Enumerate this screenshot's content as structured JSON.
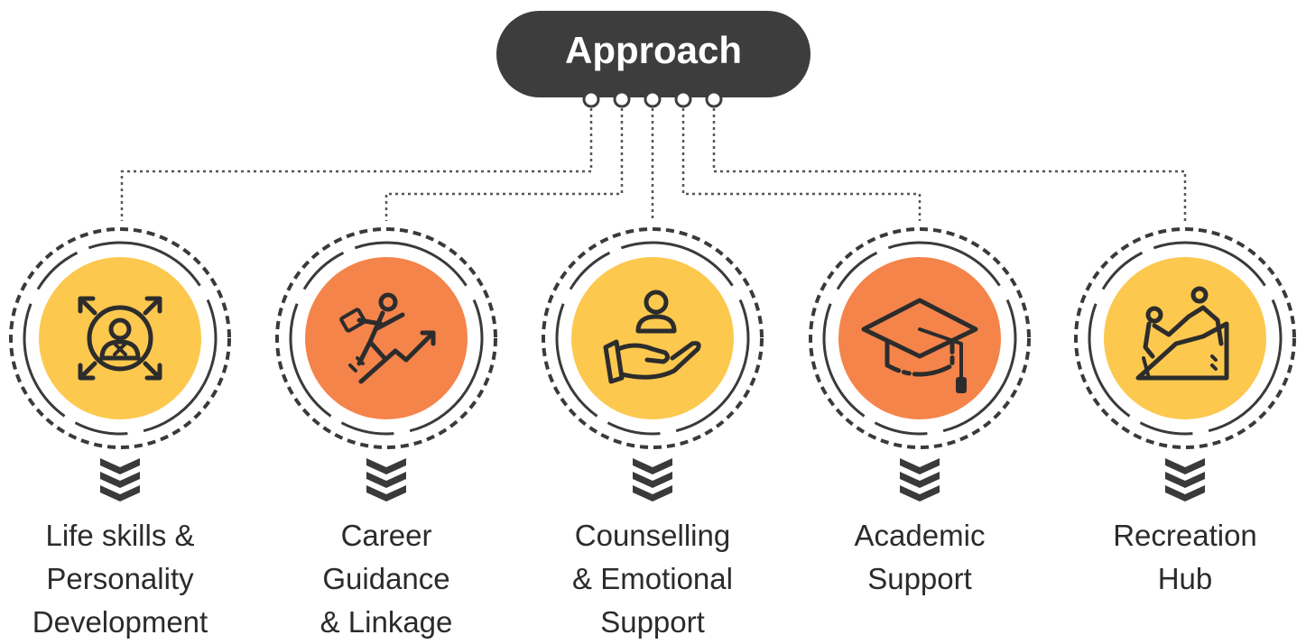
{
  "title": "Approach",
  "colors": {
    "pill": "#3d3d3d",
    "yellow": "#fcc84e",
    "orange": "#f4844a",
    "ring": "#3a3a3a",
    "icon": "#2c2c2c",
    "chevron": "#3a3a3a"
  },
  "items": [
    {
      "icon": "personal-development-icon",
      "color": "yellow",
      "label_lines": [
        "Life skills &",
        "Personality",
        "Development"
      ]
    },
    {
      "icon": "career-growth-icon",
      "color": "orange",
      "label_lines": [
        "Career",
        "Guidance",
        "& Linkage"
      ]
    },
    {
      "icon": "helping-hand-icon",
      "color": "yellow",
      "label_lines": [
        "Counselling",
        "& Emotional",
        "Support"
      ]
    },
    {
      "icon": "graduation-cap-icon",
      "color": "orange",
      "label_lines": [
        "Academic",
        "Support"
      ]
    },
    {
      "icon": "climbing-help-icon",
      "color": "yellow",
      "label_lines": [
        "Recreation",
        "Hub"
      ]
    }
  ]
}
